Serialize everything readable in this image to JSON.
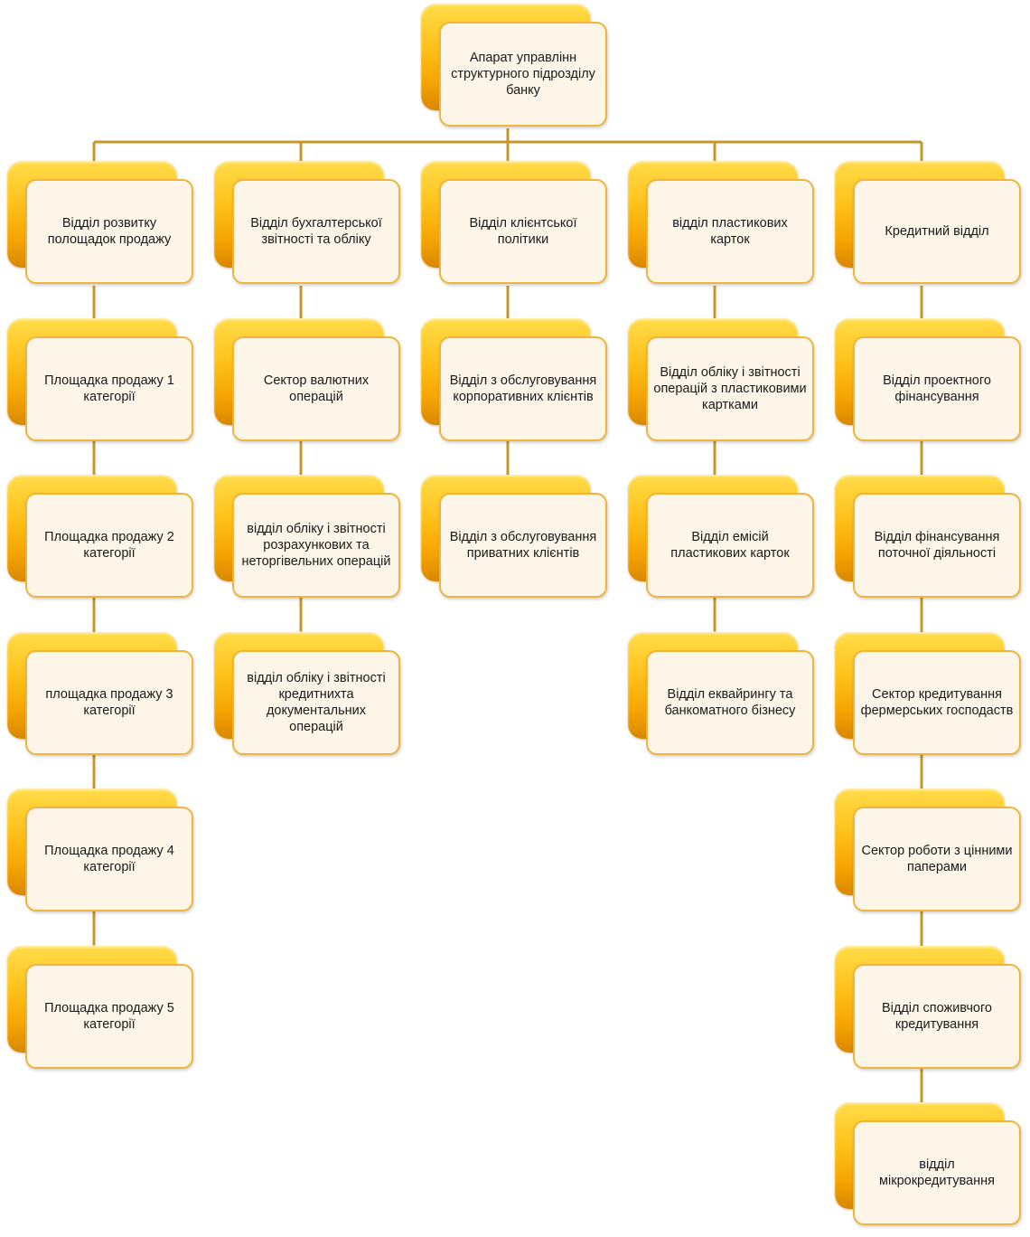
{
  "root": {
    "label": "Апарат управлінн структурного підрозділу банку"
  },
  "columns": [
    {
      "header": "Відділ розвитку полощадок продажу",
      "items": [
        "Площадка продажу 1 категорії",
        "Площадка продажу 2 категорії",
        "площадка продажу 3 категорії",
        "Площадка продажу 4 категорії",
        "Площадка продажу 5 категорії"
      ]
    },
    {
      "header": "Відділ бухгалтерської звітності та обліку",
      "items": [
        "Сектор валютних операцій",
        "відділ обліку і звітності розрахункових  та неторгівельних операцій",
        "відділ обліку і звітності кредитнихта документальних операцій"
      ]
    },
    {
      "header": "Відділ клієнтської політики",
      "items": [
        "Відділ з обслуговування корпоративних клієнтів",
        "Відділ з обслуговування приватних клієнтів"
      ]
    },
    {
      "header": "відділ пластикових карток",
      "items": [
        "Відділ обліку і звітності операцій з пластиковими картками",
        "Відділ емісій пластикових карток",
        "Відділ еквайрингу та банкоматного бізнесу"
      ]
    },
    {
      "header": "Кредитний відділ",
      "items": [
        "Відділ проектного фінансування",
        "Відділ фінансування поточної діяльності",
        "Сектор кредитування фермерських господаств",
        "Сектор роботи з цінними паперами",
        "Відділ споживчого кредитування",
        "відділ мікрокредитування"
      ]
    }
  ],
  "colors": {
    "connector": "#c8952a",
    "box_back": "#f5a300",
    "box_front": "#fdf6e8",
    "box_border": "#f0b43c"
  }
}
